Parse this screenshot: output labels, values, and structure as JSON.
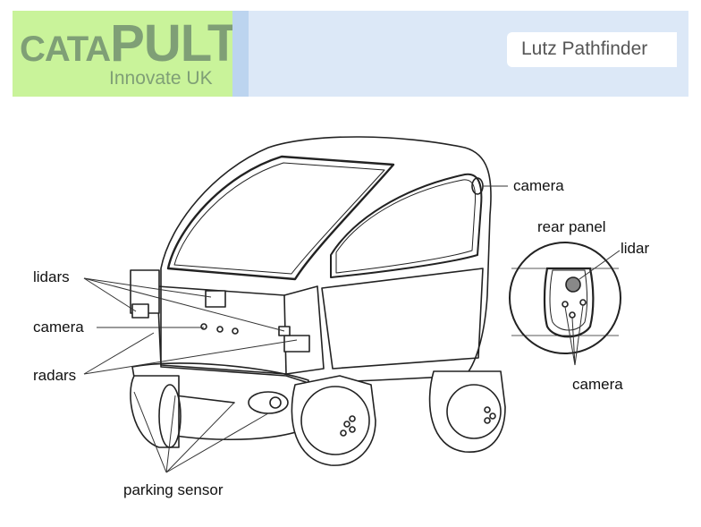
{
  "header": {
    "logo_main": "CATAPULT",
    "logo_sub": "Innovate UK",
    "title": "Lutz Pathfinder"
  },
  "labels": {
    "lidars": "lidars",
    "camera_left": "camera",
    "radars": "radars",
    "parking_sensor": "parking sensor",
    "camera_top": "camera",
    "rear_panel": "rear panel",
    "lidar": "lidar",
    "camera_rear": "camera"
  }
}
